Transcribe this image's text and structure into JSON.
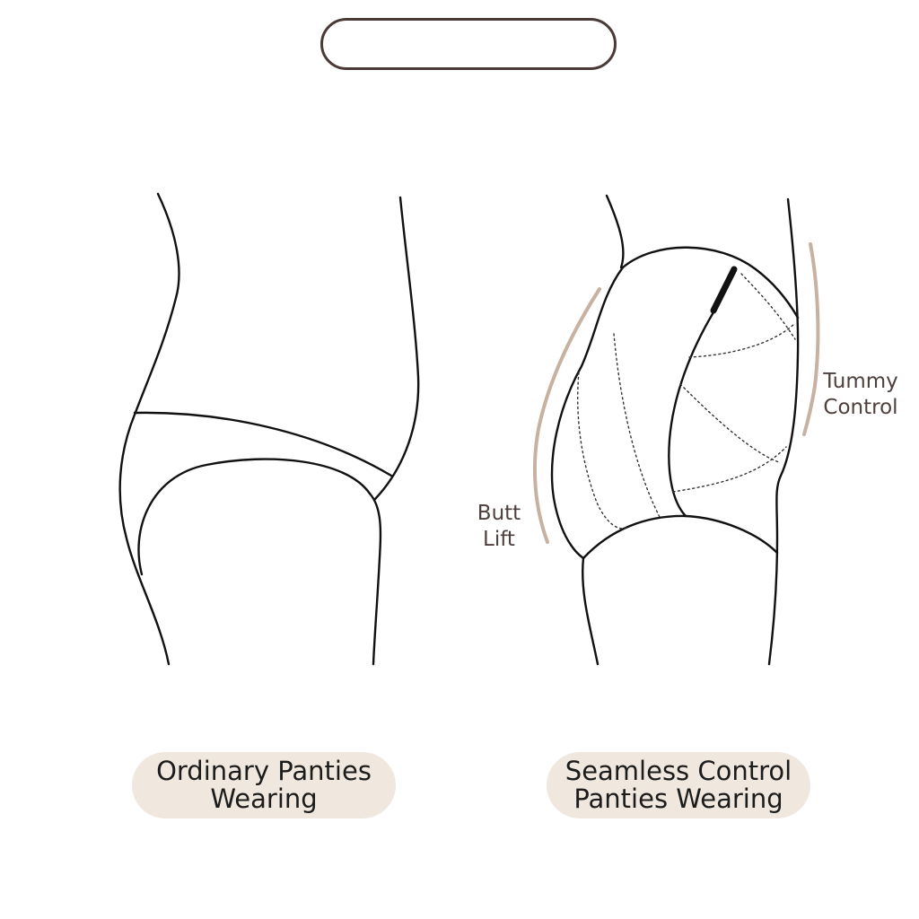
{
  "header": {
    "title": ""
  },
  "left_panel": {
    "caption": "Ordinary Panties Wearing"
  },
  "right_panel": {
    "caption": "Seamless Control Panties Wearing",
    "labels": {
      "tummy_control": "Tummy Control",
      "butt_lift": "Butt Lift"
    }
  },
  "colors": {
    "outline": "#111111",
    "pill_border": "#4a3a37",
    "caption_fill": "#f0e8df",
    "accent_curve": "#c7b2a2",
    "label_text": "#4d403d",
    "band": "#111111"
  }
}
